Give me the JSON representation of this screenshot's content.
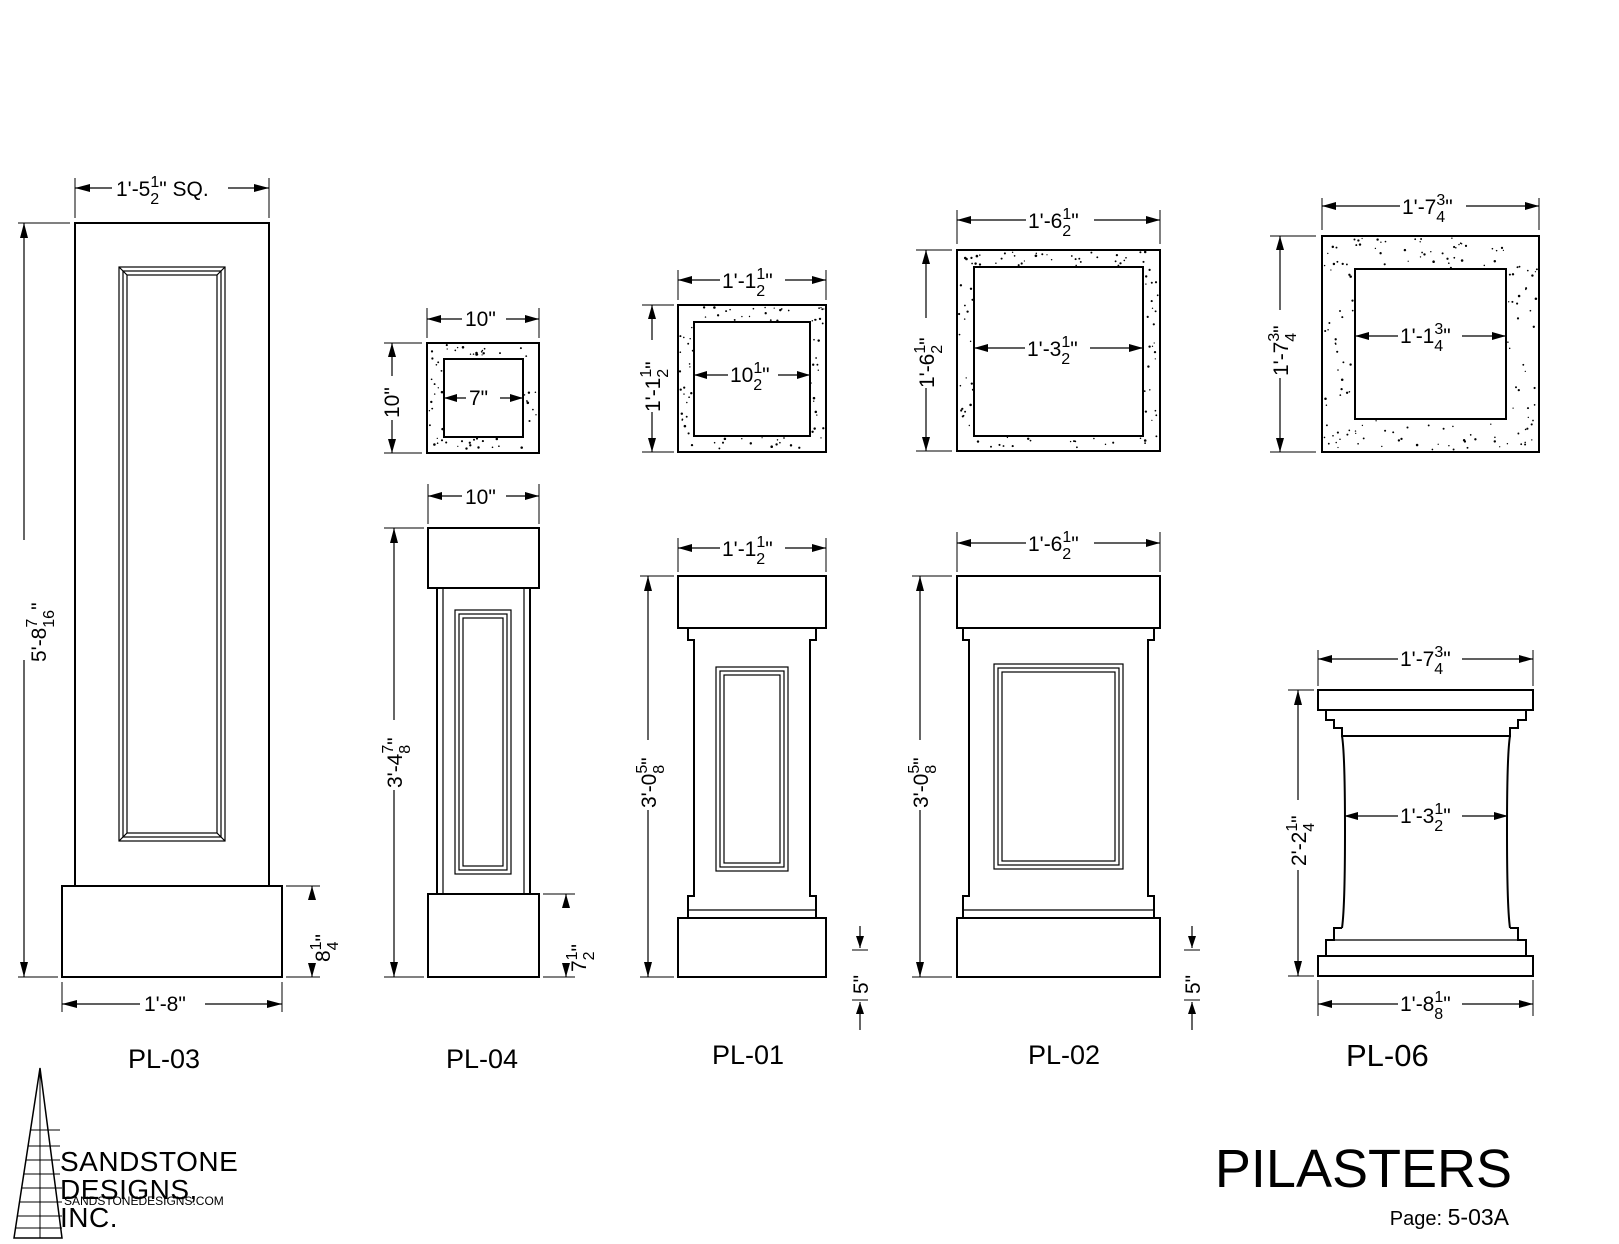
{
  "sheet": {
    "title": "PILASTERS",
    "page_label": "Page:",
    "page_number": "5-03A"
  },
  "brand": {
    "name_line1": "SANDSTONE",
    "name_line2": "DESIGNS, INC.",
    "website": "SANDSTONEDESIGNS.COM"
  },
  "labels": {
    "pl03": "PL-03",
    "pl04": "PL-04",
    "pl01": "PL-01",
    "pl02": "PL-02",
    "pl06": "PL-06"
  },
  "dimensions": {
    "pl03_width_top": {
      "whole": "1'-5",
      "num": "1",
      "den": "2",
      "suffix": "\" SQ."
    },
    "pl03_height": {
      "whole": "5'-8",
      "num": "7",
      "den": "16",
      "suffix": "\""
    },
    "pl03_base_width": "1'-8\"",
    "pl03_base_height": {
      "whole": "8",
      "num": "1",
      "den": "4",
      "suffix": "\""
    },
    "pl04_plan_width": "10\"",
    "pl04_plan_height": "10\"",
    "pl04_plan_inner": "7\"",
    "pl04_elev_width": "10\"",
    "pl04_height": {
      "whole": "3'-4",
      "num": "7",
      "den": "8",
      "suffix": "\""
    },
    "pl04_base_height": {
      "whole": "7",
      "num": "1",
      "den": "2",
      "suffix": "\""
    },
    "pl01_plan_width": {
      "whole": "1'-1",
      "num": "1",
      "den": "2",
      "suffix": "\""
    },
    "pl01_plan_height": {
      "whole": "1'-1",
      "num": "1",
      "den": "2",
      "suffix": "\""
    },
    "pl01_plan_inner": {
      "whole": "10",
      "num": "1",
      "den": "2",
      "suffix": "\""
    },
    "pl01_elev_width": {
      "whole": "1'-1",
      "num": "1",
      "den": "2",
      "suffix": "\""
    },
    "pl01_height": {
      "whole": "3'-0",
      "num": "5",
      "den": "8",
      "suffix": "\""
    },
    "pl01_base_height": "5\"",
    "pl02_plan_width": {
      "whole": "1'-6",
      "num": "1",
      "den": "2",
      "suffix": "\""
    },
    "pl02_plan_height": {
      "whole": "1'-6",
      "num": "1",
      "den": "2",
      "suffix": "\""
    },
    "pl02_plan_inner": {
      "whole": "1'-3",
      "num": "1",
      "den": "2",
      "suffix": "\""
    },
    "pl02_elev_width": {
      "whole": "1'-6",
      "num": "1",
      "den": "2",
      "suffix": "\""
    },
    "pl02_height": {
      "whole": "3'-0",
      "num": "5",
      "den": "8",
      "suffix": "\""
    },
    "pl02_base_height": "5\"",
    "pl06_plan_width": {
      "whole": "1'-7",
      "num": "3",
      "den": "4",
      "suffix": "\""
    },
    "pl06_plan_height": {
      "whole": "1'-7",
      "num": "3",
      "den": "4",
      "suffix": "\""
    },
    "pl06_plan_inner": {
      "whole": "1'-1",
      "num": "3",
      "den": "4",
      "suffix": "\""
    },
    "pl06_elev_width": {
      "whole": "1'-7",
      "num": "3",
      "den": "4",
      "suffix": "\""
    },
    "pl06_height": {
      "whole": "2'-2",
      "num": "1",
      "den": "4",
      "suffix": "\""
    },
    "pl06_shaft_width": {
      "whole": "1'-3",
      "num": "1",
      "den": "2",
      "suffix": "\""
    },
    "pl06_base_width": {
      "whole": "1'-8",
      "num": "1",
      "den": "8",
      "suffix": "\""
    }
  }
}
